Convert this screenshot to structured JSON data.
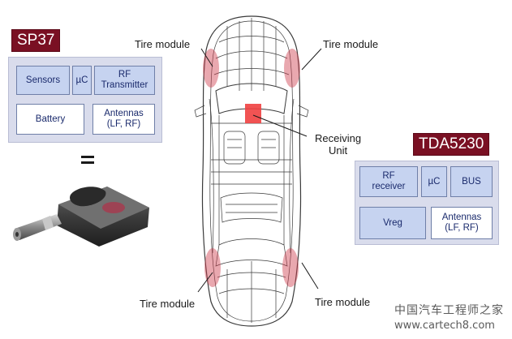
{
  "sp37": {
    "title": "SP37",
    "cells": {
      "sensors": "Sensors",
      "uc": "µC",
      "rf_transmitter": "RF\nTransmitter",
      "battery": "Battery",
      "antennas": "Antennas\n(LF, RF)"
    }
  },
  "equals_sign": "=",
  "tda5230": {
    "title": "TDA5230",
    "cells": {
      "rf_receiver": "RF\nreceiver",
      "uc": "µC",
      "bus": "BUS",
      "vreg": "Vreg",
      "antennas": "Antennas\n(LF, RF)"
    }
  },
  "car_labels": {
    "tire_front_left": "Tire module",
    "tire_front_right": "Tire module",
    "tire_rear_left": "Tire module",
    "tire_rear_right": "Tire module",
    "receiving_unit": "Receiving\nUnit"
  },
  "watermark": {
    "chinese": "中国汽车工程师之家",
    "url": "www.cartech8.com"
  },
  "colors": {
    "badge": "#7a1023",
    "chip_bg": "#d9dcec",
    "cell_blue": "#c6d3f0",
    "cell_text": "#1a2a6c",
    "tire_highlight": "#d04050",
    "receiver_unit": "#f04040"
  }
}
